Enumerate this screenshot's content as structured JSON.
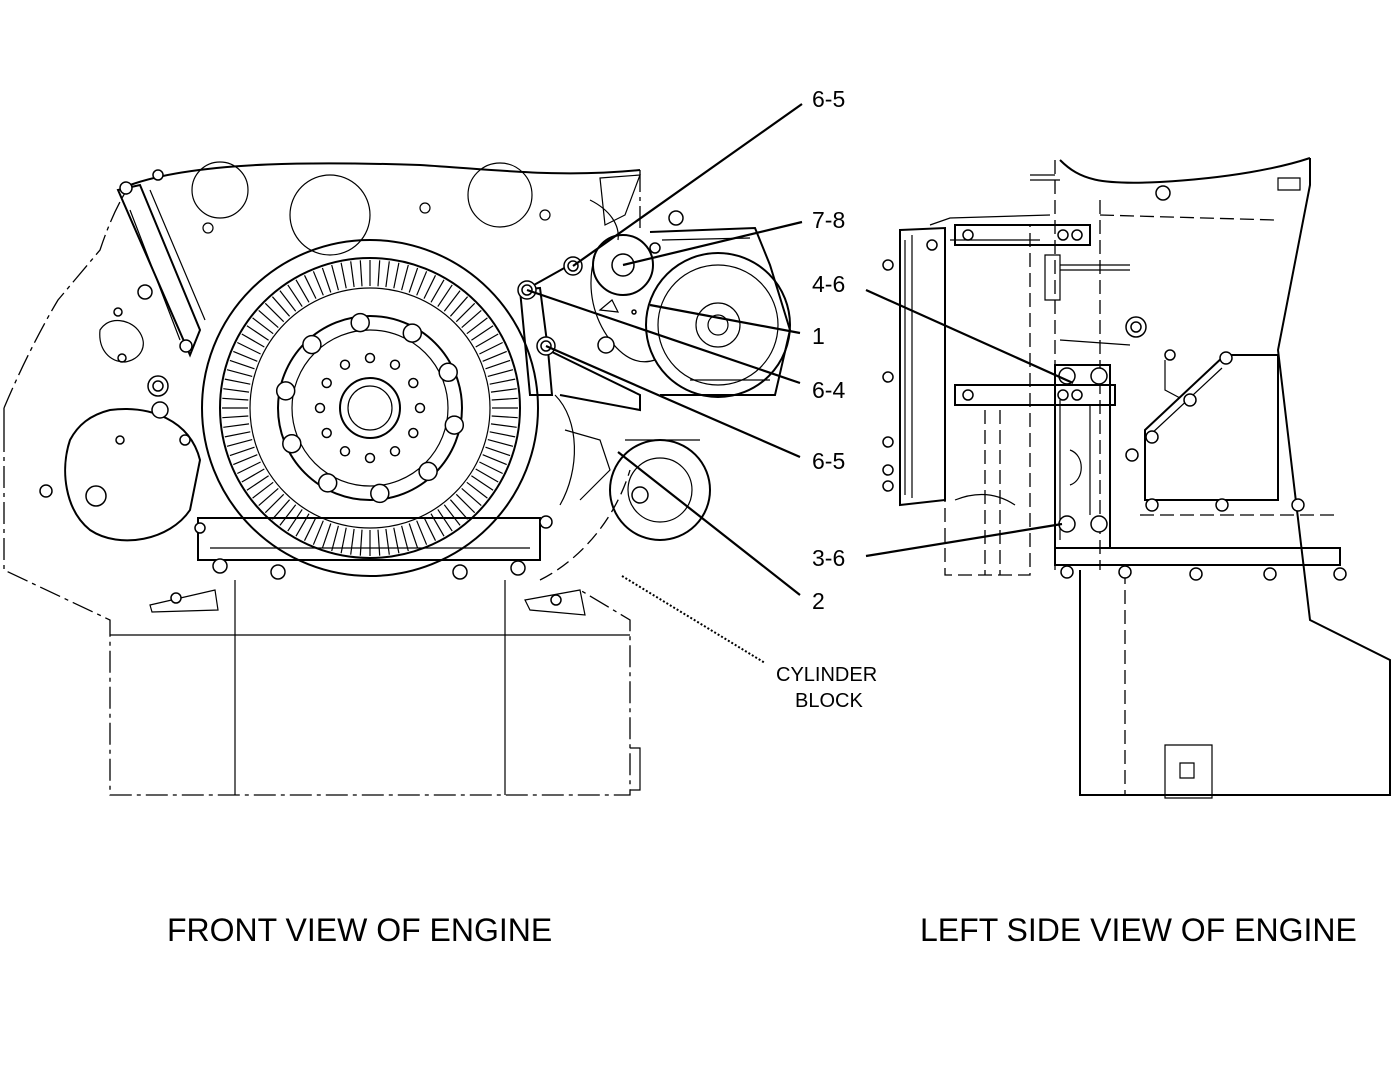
{
  "callouts": {
    "c_6_5_top": "6-5",
    "c_7_8": "7-8",
    "c_1": "1",
    "c_6_4": "6-4",
    "c_6_5_mid": "6-5",
    "c_2": "2",
    "c_4_6": "4-6",
    "c_3_6": "3-6"
  },
  "notes": {
    "cylinder_block_line1": "CYLINDER",
    "cylinder_block_line2": "BLOCK"
  },
  "captions": {
    "front_view": "FRONT VIEW OF ENGINE",
    "left_view": "LEFT SIDE VIEW OF ENGINE"
  }
}
